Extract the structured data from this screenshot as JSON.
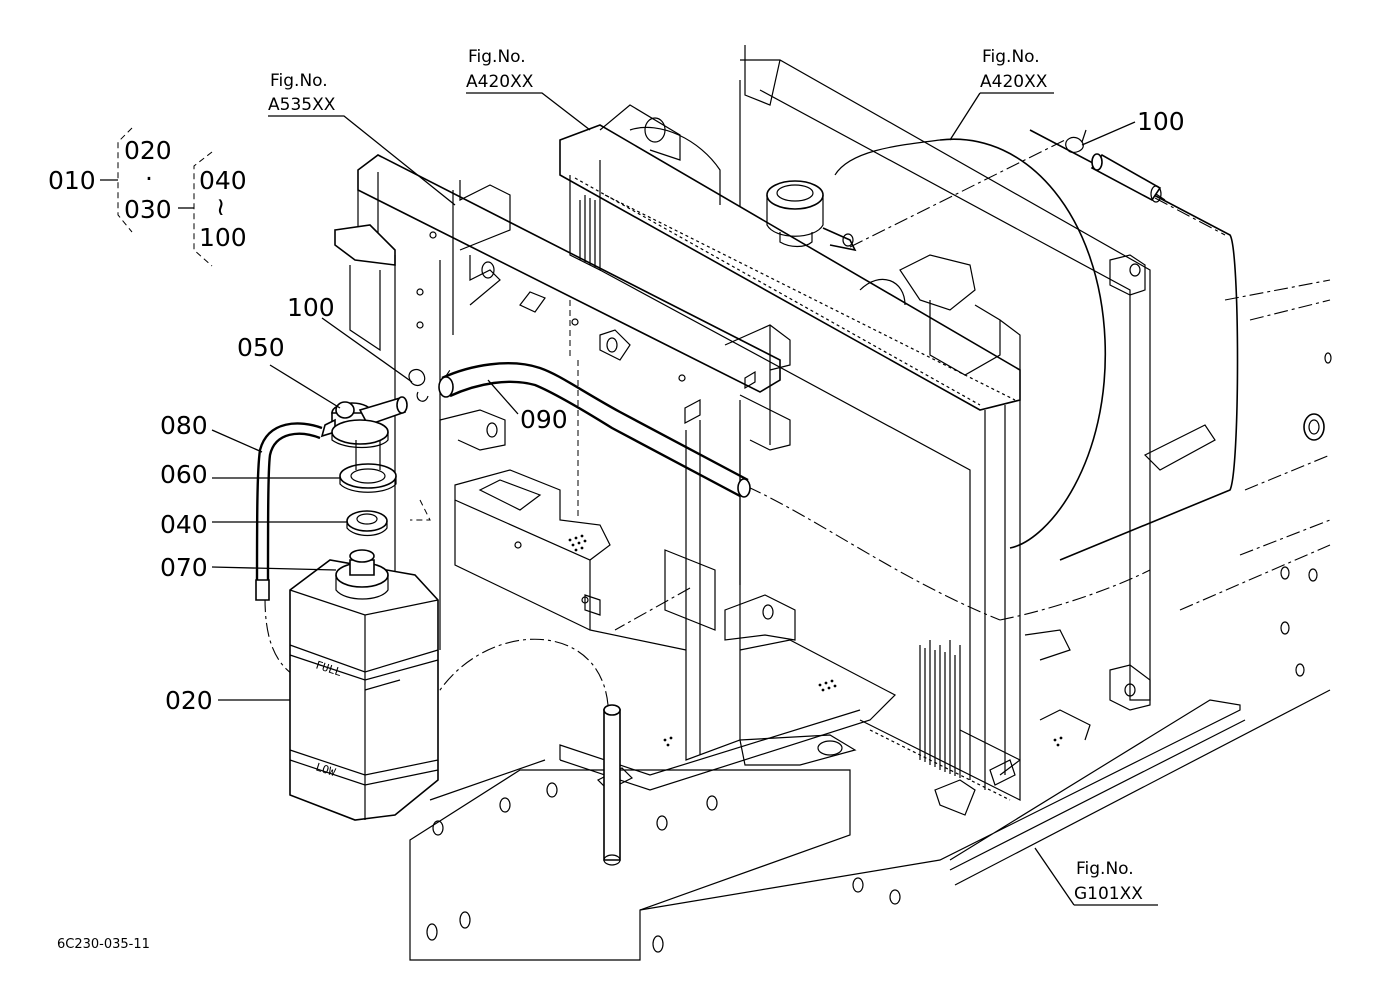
{
  "diagram": {
    "doc_code": "6C230-035-11",
    "figure_refs": [
      {
        "line1": "Fig.No.",
        "line2": "A535XX"
      },
      {
        "line1": "Fig.No.",
        "line2": "A420XX"
      },
      {
        "line1": "Fig.No.",
        "line2": "A420XX"
      },
      {
        "line1": "Fig.No.",
        "line2": "G101XX"
      }
    ],
    "group": {
      "main": "010",
      "sub_a": "020",
      "dot": "·",
      "sub_b": "030",
      "range_start": "040",
      "tilde": "≀",
      "range_end": "100"
    },
    "callouts": {
      "c100_top": "100",
      "c100_left": "100",
      "c050": "050",
      "c080": "080",
      "c090": "090",
      "c060": "060",
      "c040": "040",
      "c070": "070",
      "c020": "020"
    },
    "tank_marks": {
      "full": "FULL",
      "low": "LOW"
    }
  }
}
